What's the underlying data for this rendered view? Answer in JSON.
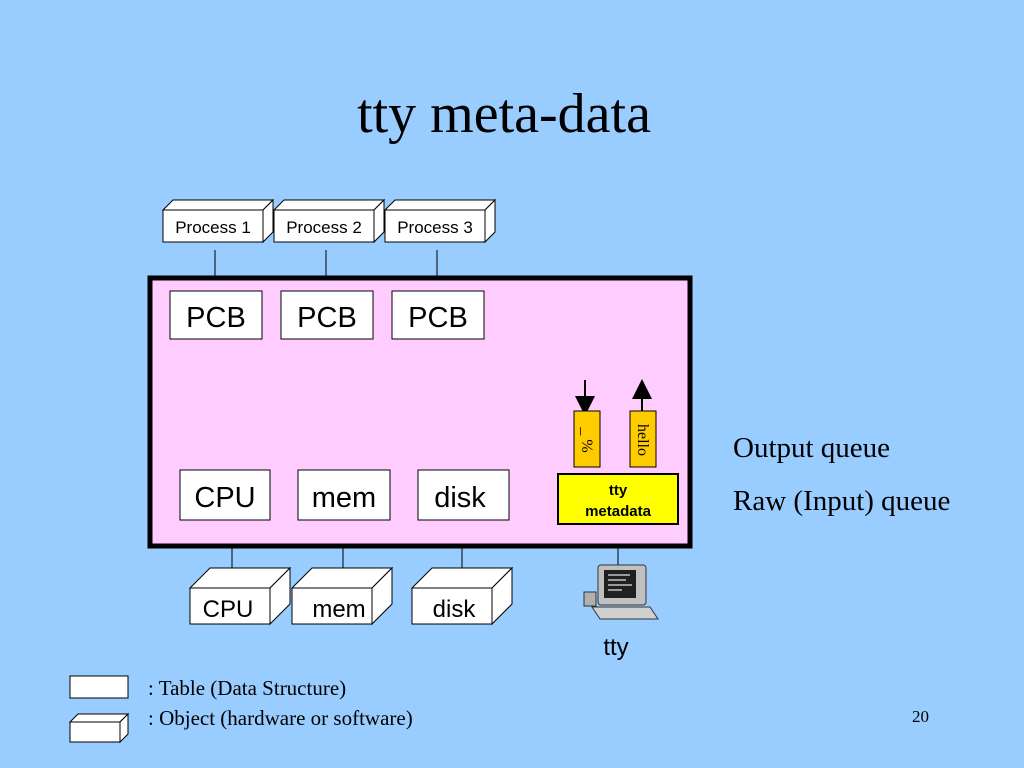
{
  "slide": {
    "title": "tty meta-data",
    "number": "20"
  },
  "processes": [
    "Process 1",
    "Process 2",
    "Process 3"
  ],
  "pcbs": [
    "PCB",
    "PCB",
    "PCB"
  ],
  "kernel_tables": [
    "CPU",
    "mem",
    "disk"
  ],
  "tty_metadata": {
    "label_line1": "tty",
    "label_line2": "metadata",
    "raw_queue_text": "_ %",
    "output_queue_text": "hello"
  },
  "hardware_objects": [
    "CPU",
    "mem",
    "disk"
  ],
  "terminal": {
    "label": "tty",
    "icon": "computer-terminal-icon"
  },
  "queues": {
    "output": "Output queue",
    "input": "Raw (Input) queue"
  },
  "legend": {
    "table_text": ":  Table  (Data Structure)",
    "object_text": ":  Object (hardware or software)"
  },
  "colors": {
    "background": "#99ccff",
    "kernel_box": "#ffccff",
    "tty_metadata": "#ffff00",
    "queue": "#ffcc00"
  }
}
